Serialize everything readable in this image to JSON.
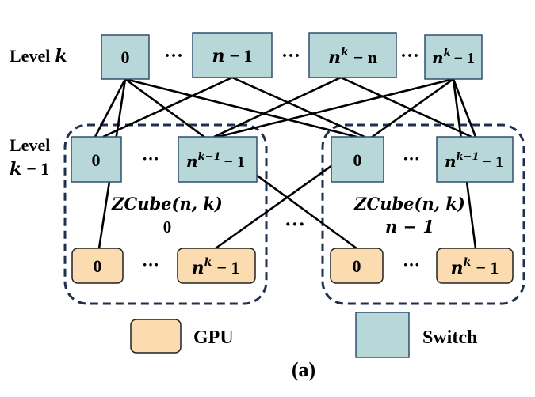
{
  "levels": {
    "level_k": {
      "word": "Level",
      "var": "k"
    },
    "level_k1": {
      "word": "Level",
      "var": "k",
      "minus_one": "− 1"
    }
  },
  "top_switches": [
    {
      "base": "0",
      "sup": "",
      "tail": ""
    },
    {
      "base": "n",
      "sup": "",
      "tail": "− 1"
    },
    {
      "base": "n",
      "sup": "k",
      "tail": "− n"
    },
    {
      "base": "n",
      "sup": "k",
      "tail": "− 1"
    }
  ],
  "groups": [
    {
      "title": "ZCube(n, k)",
      "index": "0",
      "switch_first": "0",
      "switch_last": {
        "base": "n",
        "sup": "k−1",
        "tail": "− 1"
      },
      "gpu_first": "0",
      "gpu_last": {
        "base": "n",
        "sup": "k",
        "tail": "− 1"
      }
    },
    {
      "title": "ZCube(n, k)",
      "index": "n − 1",
      "switch_first": "0",
      "switch_last": {
        "base": "n",
        "sup": "k−1",
        "tail": "− 1"
      },
      "gpu_first": "0",
      "gpu_last": {
        "base": "n",
        "sup": "k",
        "tail": "− 1"
      }
    }
  ],
  "ellipsis": "···",
  "legend": {
    "gpu": "GPU",
    "switch": "Switch"
  },
  "caption": "(a)",
  "colors": {
    "switch_fill": "#b8d7d8",
    "switch_stroke": "#2f4f6f",
    "gpu_fill": "#fbdbb0",
    "gpu_stroke": "#222222",
    "group_border": "#1f2f4f",
    "link": "#000000"
  }
}
